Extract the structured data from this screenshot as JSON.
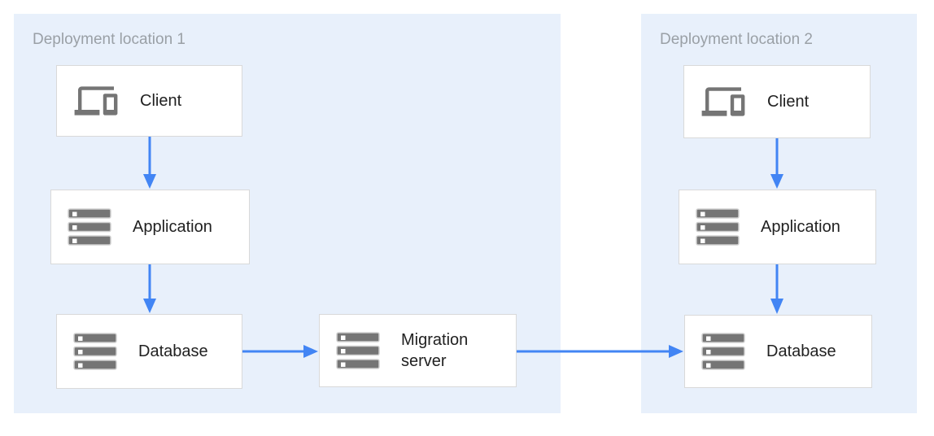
{
  "regions": [
    {
      "label": "Deployment location 1",
      "nodes": [
        {
          "label": "Client",
          "icon": "devices-icon"
        },
        {
          "label": "Application",
          "icon": "server-stack-icon"
        },
        {
          "label": "Database",
          "icon": "server-stack-icon"
        }
      ]
    },
    {
      "label": "Deployment location 2",
      "nodes": [
        {
          "label": "Client",
          "icon": "devices-icon"
        },
        {
          "label": "Application",
          "icon": "server-stack-icon"
        },
        {
          "label": "Database",
          "icon": "server-stack-icon"
        }
      ]
    }
  ],
  "connector_node": {
    "label": "Migration server",
    "icon": "server-stack-icon"
  },
  "edges": [
    {
      "from": "client-1",
      "to": "application-1"
    },
    {
      "from": "application-1",
      "to": "database-1"
    },
    {
      "from": "database-1",
      "to": "migration-server"
    },
    {
      "from": "migration-server",
      "to": "database-2"
    },
    {
      "from": "client-2",
      "to": "application-2"
    },
    {
      "from": "application-2",
      "to": "database-2"
    }
  ],
  "colors": {
    "region_background": "#e8f0fb",
    "arrow_blue": "#4285f4",
    "box_border": "#d9d9d9",
    "icon_gray": "#757575",
    "region_label_gray": "#9aa0a6",
    "node_text": "#212121"
  }
}
